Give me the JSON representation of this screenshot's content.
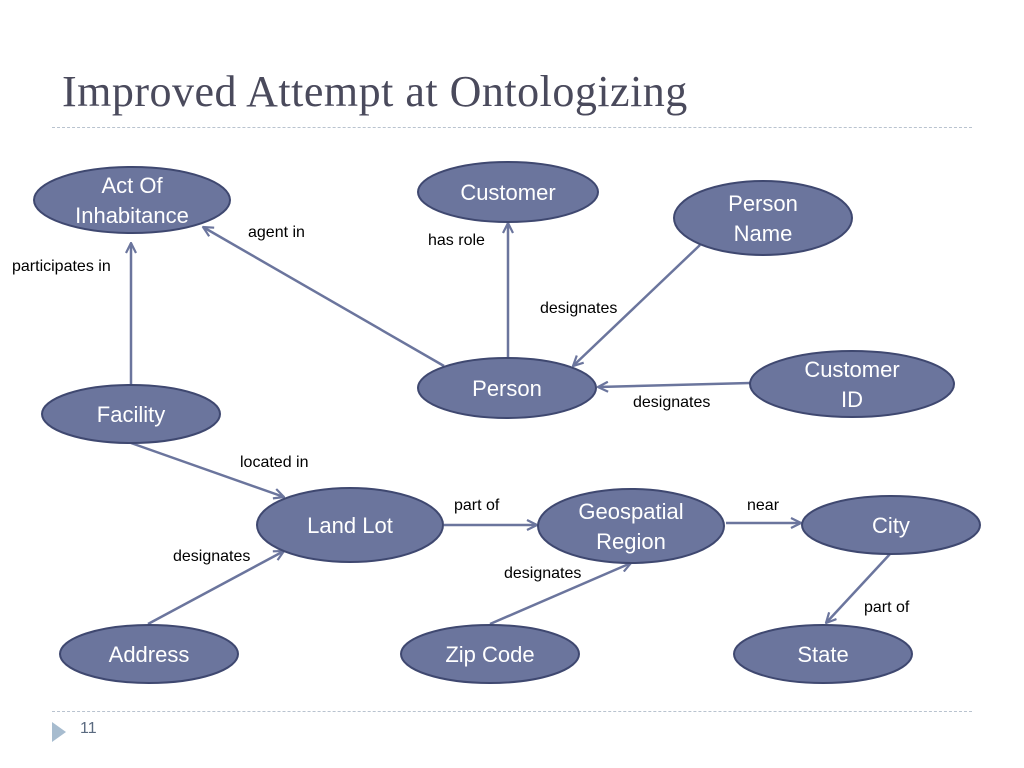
{
  "slide": {
    "title": "Improved Attempt at Ontologizing",
    "number": "11"
  },
  "nodes": {
    "act_of_inhabitance": [
      "Act Of",
      "Inhabitance"
    ],
    "customer": [
      "Customer"
    ],
    "person_name": [
      "Person",
      "Name"
    ],
    "person": [
      "Person"
    ],
    "customer_id": [
      "Customer",
      "ID"
    ],
    "facility": [
      "Facility"
    ],
    "land_lot": [
      "Land Lot"
    ],
    "geospatial_region": [
      "Geospatial",
      "Region"
    ],
    "city": [
      "City"
    ],
    "address": [
      "Address"
    ],
    "zip_code": [
      "Zip Code"
    ],
    "state": [
      "State"
    ]
  },
  "edges": {
    "facility_participates_in": "participates in",
    "person_agent_in": "agent in",
    "person_has_role": "has role",
    "person_name_designates": "designates",
    "customer_id_designates": "designates",
    "facility_located_in": "located in",
    "land_lot_part_of": "part of",
    "region_near": "near",
    "address_designates": "designates",
    "zip_code_designates": "designates",
    "city_part_of": "part of"
  },
  "colors": {
    "node_fill": "#6b759d",
    "node_stroke": "#3f4870",
    "edge": "#6b759d"
  }
}
